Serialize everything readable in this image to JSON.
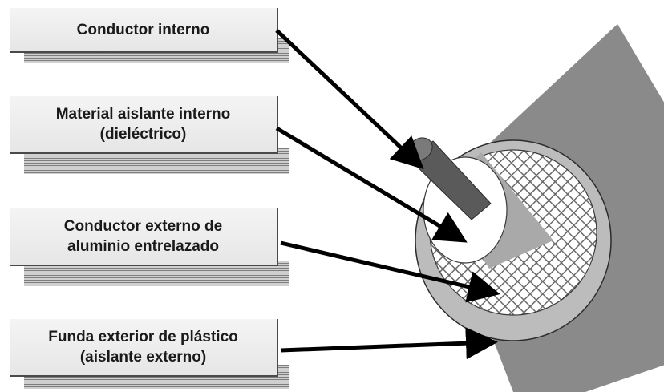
{
  "diagram": {
    "labels": [
      {
        "id": "inner-conductor",
        "lines": [
          "Conductor interno"
        ]
      },
      {
        "id": "dielectric",
        "lines": [
          "Material aislante interno",
          "(dieléctrico)"
        ]
      },
      {
        "id": "outer-conductor",
        "lines": [
          "Conductor externo de",
          "aluminio entrelazado"
        ]
      },
      {
        "id": "jacket",
        "lines": [
          "Funda exterior de plástico",
          "(aislante externo)"
        ]
      }
    ],
    "colors": {
      "jacket": "#8a8a8a",
      "jacket_face": "#bdbdbd",
      "braid": "#6a6a6a",
      "dielectric": "#ffffff",
      "core": "#555555",
      "arrow": "#000000"
    }
  }
}
